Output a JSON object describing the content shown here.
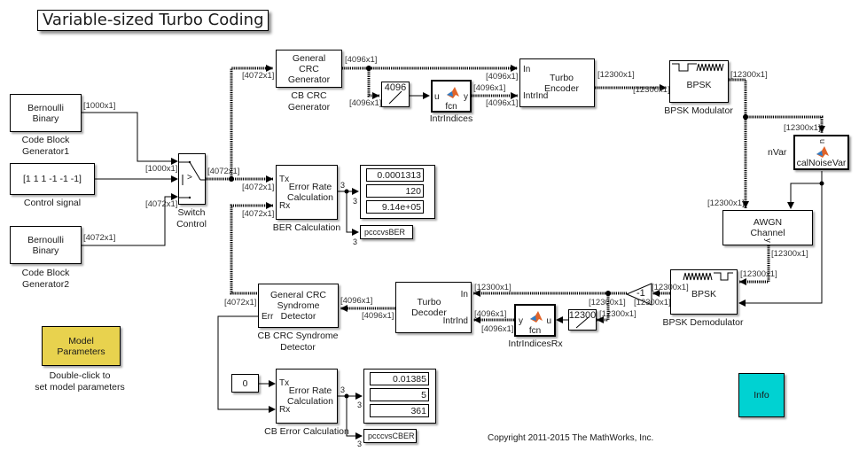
{
  "title": "Variable-sized Turbo Coding",
  "blocks": {
    "bern1": {
      "text": [
        "Bernoulli",
        "Binary"
      ],
      "label": [
        "Code Block",
        "Generator1"
      ]
    },
    "control": {
      "text": "[1 1 1 -1 -1 -1]",
      "label": "Control signal"
    },
    "bern2": {
      "text": [
        "Bernoulli",
        "Binary"
      ],
      "label": [
        "Code Block",
        "Generator2"
      ]
    },
    "switch": {
      "symbol": ">",
      "label": [
        "Switch",
        "Control"
      ]
    },
    "crc_gen": {
      "text": [
        "General",
        "CRC",
        "Generator"
      ],
      "label": [
        "CB CRC",
        "Generator"
      ]
    },
    "selector_tx": {
      "text": "4096"
    },
    "intr_tx": {
      "port_in": "u",
      "port_out": "y",
      "fcn": "fcn",
      "label": "IntrIndices"
    },
    "turbo_enc": {
      "text": [
        "Turbo",
        "Encoder"
      ],
      "port_in1": "In",
      "port_in2": "IntrInd"
    },
    "bpsk_mod": {
      "text": "BPSK",
      "label": "BPSK Modulator"
    },
    "noise": {
      "port_in": "u",
      "text": "calNoiseVar",
      "out_label": "nVar"
    },
    "ber": {
      "text": [
        "Error Rate",
        "Calculation"
      ],
      "port_tx": "Tx",
      "port_rx": "Rx",
      "label": "BER Calculation",
      "out_dim": "3"
    },
    "ber_display": {
      "values": [
        "0.0001313",
        "120",
        "9.14e+05"
      ],
      "in_dim": "3"
    },
    "ber_ws": {
      "text": "pcccvsBER",
      "in_dim": "3"
    },
    "awgn": {
      "text": [
        "AWGN",
        "Channel"
      ],
      "port_out": "y"
    },
    "bpsk_demod": {
      "text": "BPSK",
      "label": "BPSK Demodulator"
    },
    "gain": {
      "text": "-1"
    },
    "selector_rx": {
      "text": "12300"
    },
    "intr_rx": {
      "port_in": "u",
      "port_out": "y",
      "fcn": "fcn",
      "label": "IntrIndicesRx"
    },
    "turbo_dec": {
      "text": [
        "Turbo",
        "Decoder"
      ],
      "port_in1": "In",
      "port_in2": "IntrInd"
    },
    "crc_det": {
      "text": [
        "General CRC",
        "Syndrome",
        "Detector"
      ],
      "port_err": "Err",
      "label": [
        "CB CRC Syndrome",
        "Detector"
      ]
    },
    "zero": {
      "text": "0"
    },
    "cber": {
      "text": [
        "Error Rate",
        "Calculation"
      ],
      "port_tx": "Tx",
      "port_rx": "Rx",
      "label": "CB Error Calculation",
      "out_dim": "3"
    },
    "cber_display": {
      "values": [
        "0.01385",
        "5",
        "361"
      ],
      "in_dim": "3"
    },
    "cber_ws": {
      "text": "pcccvsCBER",
      "in_dim": "3"
    },
    "model_params": {
      "text": [
        "Model",
        "Parameters"
      ],
      "label": [
        "Double-click to",
        "set model parameters"
      ],
      "color": "#e8d24e"
    },
    "info": {
      "text": "Info",
      "color": "#00d2d2"
    }
  },
  "signals": {
    "bern1_out": "[1000x1]",
    "switch_in1": "[1000x1]",
    "switch_in3": "[4072x1]",
    "bern2_out": "[4072x1]",
    "switch_out": "[4072x1]",
    "crc_in": "[4072x1]",
    "ber_tx": "[4072x1]",
    "ber_rx": "[4072x1]",
    "crc_out": "[4096x1]",
    "sel_in": "[4096x1]",
    "enc_in": "[4096x1]",
    "intr_out": "[4096x1]",
    "enc_intr": "[4096x1]",
    "enc_out": "[12300x1]",
    "mod_in": "[12300x1]",
    "mod_out": "[12300x1]",
    "noise_in": "[12300x1]",
    "awgn_in": "[12300x1]",
    "awgn_out": "[12300x1]",
    "demod_in": "[12300x1]",
    "demod_out": "[12300x1]",
    "gain_out": "[12300x1]",
    "gain_in": "[12300x1]",
    "dec_in": "[12300x1]",
    "sel_rx_in": "[12300x1]",
    "dec_intr": "[4096x1]",
    "intr_rx_out": "[4096x1]",
    "dec_out": "[4096x1]",
    "det_in": "[4096x1]",
    "det_out": "[4072x1]"
  },
  "copyright": "Copyright 2011-2015 The MathWorks, Inc."
}
